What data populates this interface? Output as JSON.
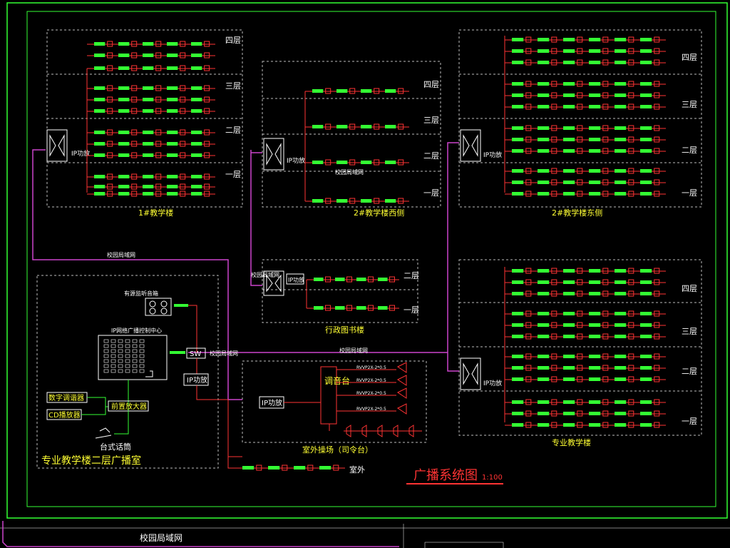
{
  "diagram": {
    "title": "广播系统图",
    "scale": "1:100",
    "buildings": {
      "b1": {
        "name": "1#教学楼",
        "floors": [
          "四层",
          "三层",
          "二层",
          "一层"
        ],
        "switch_label": "IP功放",
        "lan_label": "校园局域网"
      },
      "b2w": {
        "name": "2#教学楼西侧",
        "floors": [
          "四层",
          "三层",
          "二层",
          "一层"
        ],
        "switch_label": "IP功放",
        "lan_label": "校园局域网"
      },
      "b2e": {
        "name": "2#教学楼东侧",
        "floors": [
          "四层",
          "三层",
          "二层",
          "一层"
        ],
        "switch_label": "IP功放",
        "lan_label": "校园局域网"
      },
      "admin": {
        "name": "行政图书楼",
        "floors": [
          "二层",
          "一层"
        ],
        "switch_label": "IP功放",
        "lan_label": "校园局域网"
      },
      "spec": {
        "name": "专业教学楼",
        "floors": [
          "四层",
          "三层",
          "二层",
          "一层"
        ],
        "switch_label": "IP功放",
        "lan_label": "校园局域网"
      }
    },
    "room": {
      "name": "专业教学楼二层广播室",
      "lan_top": "校园局域网",
      "speaker_label": "有源监听音箱",
      "console_label": "IP网络广播控制中心",
      "switch": "SW",
      "amp": "IP功放",
      "digital_tuner": "数字调谐器",
      "cd_player": "CD播放器",
      "preamp": "前置放大器",
      "mic": "台式话筒",
      "lan_bottom": "校园局域网"
    },
    "outdoor": {
      "name": "室外操场（司令台）",
      "amp": "IP功放",
      "mixer": "调音台",
      "lan_label": "校园局域网",
      "cable": "RVVP2X-2*0.5",
      "outside": "室外"
    },
    "footer": {
      "lan": "校园局域网"
    },
    "colors": {
      "frame": "#33ff33",
      "lan": "#cc44cc",
      "line": "#ff3333",
      "speaker": "#33ff33",
      "text": "#ffffff",
      "accent": "#ffff33"
    }
  }
}
